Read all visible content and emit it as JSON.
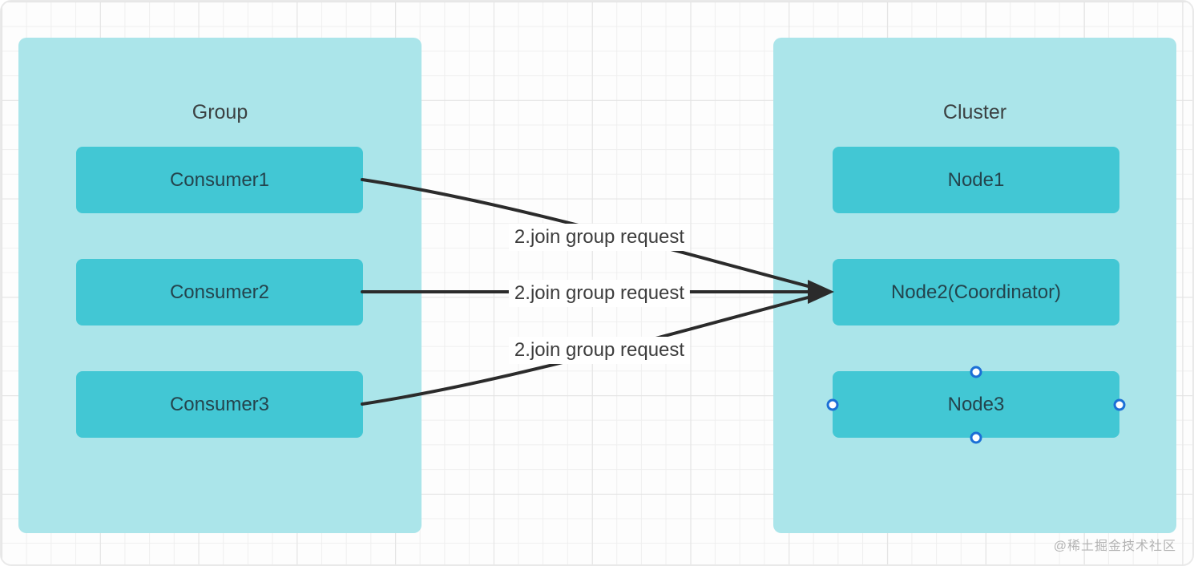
{
  "group_panel": {
    "title": "Group",
    "nodes": [
      {
        "label": "Consumer1"
      },
      {
        "label": "Consumer2"
      },
      {
        "label": "Consumer3"
      }
    ]
  },
  "cluster_panel": {
    "title": "Cluster",
    "nodes": [
      {
        "label": "Node1"
      },
      {
        "label": "Node2(Coordinator)"
      },
      {
        "label": "Node3",
        "selected": true
      }
    ]
  },
  "edges": [
    {
      "from": "Consumer1",
      "to": "Node2(Coordinator)",
      "label": "2.join group request"
    },
    {
      "from": "Consumer2",
      "to": "Node2(Coordinator)",
      "label": "2.join group request"
    },
    {
      "from": "Consumer3",
      "to": "Node2(Coordinator)",
      "label": "2.join group request"
    }
  ],
  "watermark": "@稀土掘金技术社区",
  "colors": {
    "container_fill": "#abe5ea",
    "node_fill": "#42c7d4",
    "node_text": "#24444d",
    "title_text": "#3b4142",
    "edge": "#2b2b2b",
    "label_text": "#3d3d3d",
    "handle_ring": "#1b6fd6",
    "watermark": "#b3b3b3"
  }
}
